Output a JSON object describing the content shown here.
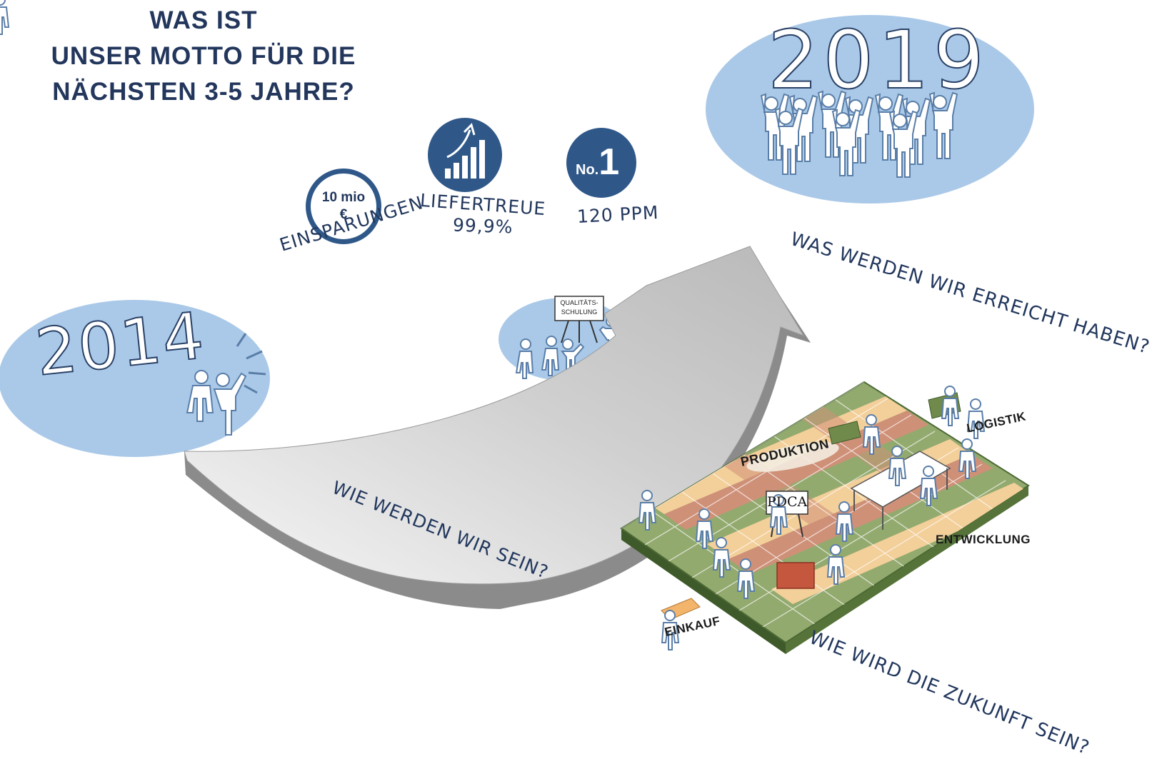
{
  "title": {
    "line1": "WAS IST",
    "line2": "UNSER MOTTO FÜR DIE",
    "line3": "NÄCHSTEN 3-5 JAHRE?"
  },
  "years": {
    "start": "2014",
    "end": "2019"
  },
  "goals": {
    "savings": {
      "ring_line1": "10 mio",
      "ring_line2": "€",
      "label": "EINSPARUNGEN"
    },
    "delivery": {
      "label": "LIEFERTREUE",
      "value": "99,9%"
    },
    "quality": {
      "badge_prefix": "No.",
      "badge_number": "1",
      "label": "120 PPM"
    }
  },
  "training_sign": {
    "line1": "QUALITÄTS-",
    "line2": "SCHULUNG"
  },
  "questions": {
    "achieved": "WAS WERDEN WIR ERREICHT HABEN?",
    "become": "WIE WERDEN WIR SEIN?",
    "future": "WIE WIRD DIE ZUKUNFT SEIN?"
  },
  "puzzle": {
    "center_label": "PRODUKTION",
    "board_sign": "PDCA"
  },
  "departments": {
    "logistik": "LOGISTIK",
    "entwicklung": "ENTWICKLUNG",
    "einkauf": "EINKAUF"
  },
  "colors": {
    "cloud_blue": "#aac9e8",
    "navy": "#243c63",
    "badge_blue": "#2f5889",
    "arrow_grey": "#d6d6d6",
    "puzzle_green": "#93aa6f",
    "puzzle_orange": "#f3cf9a",
    "puzzle_red": "#cf9078"
  }
}
